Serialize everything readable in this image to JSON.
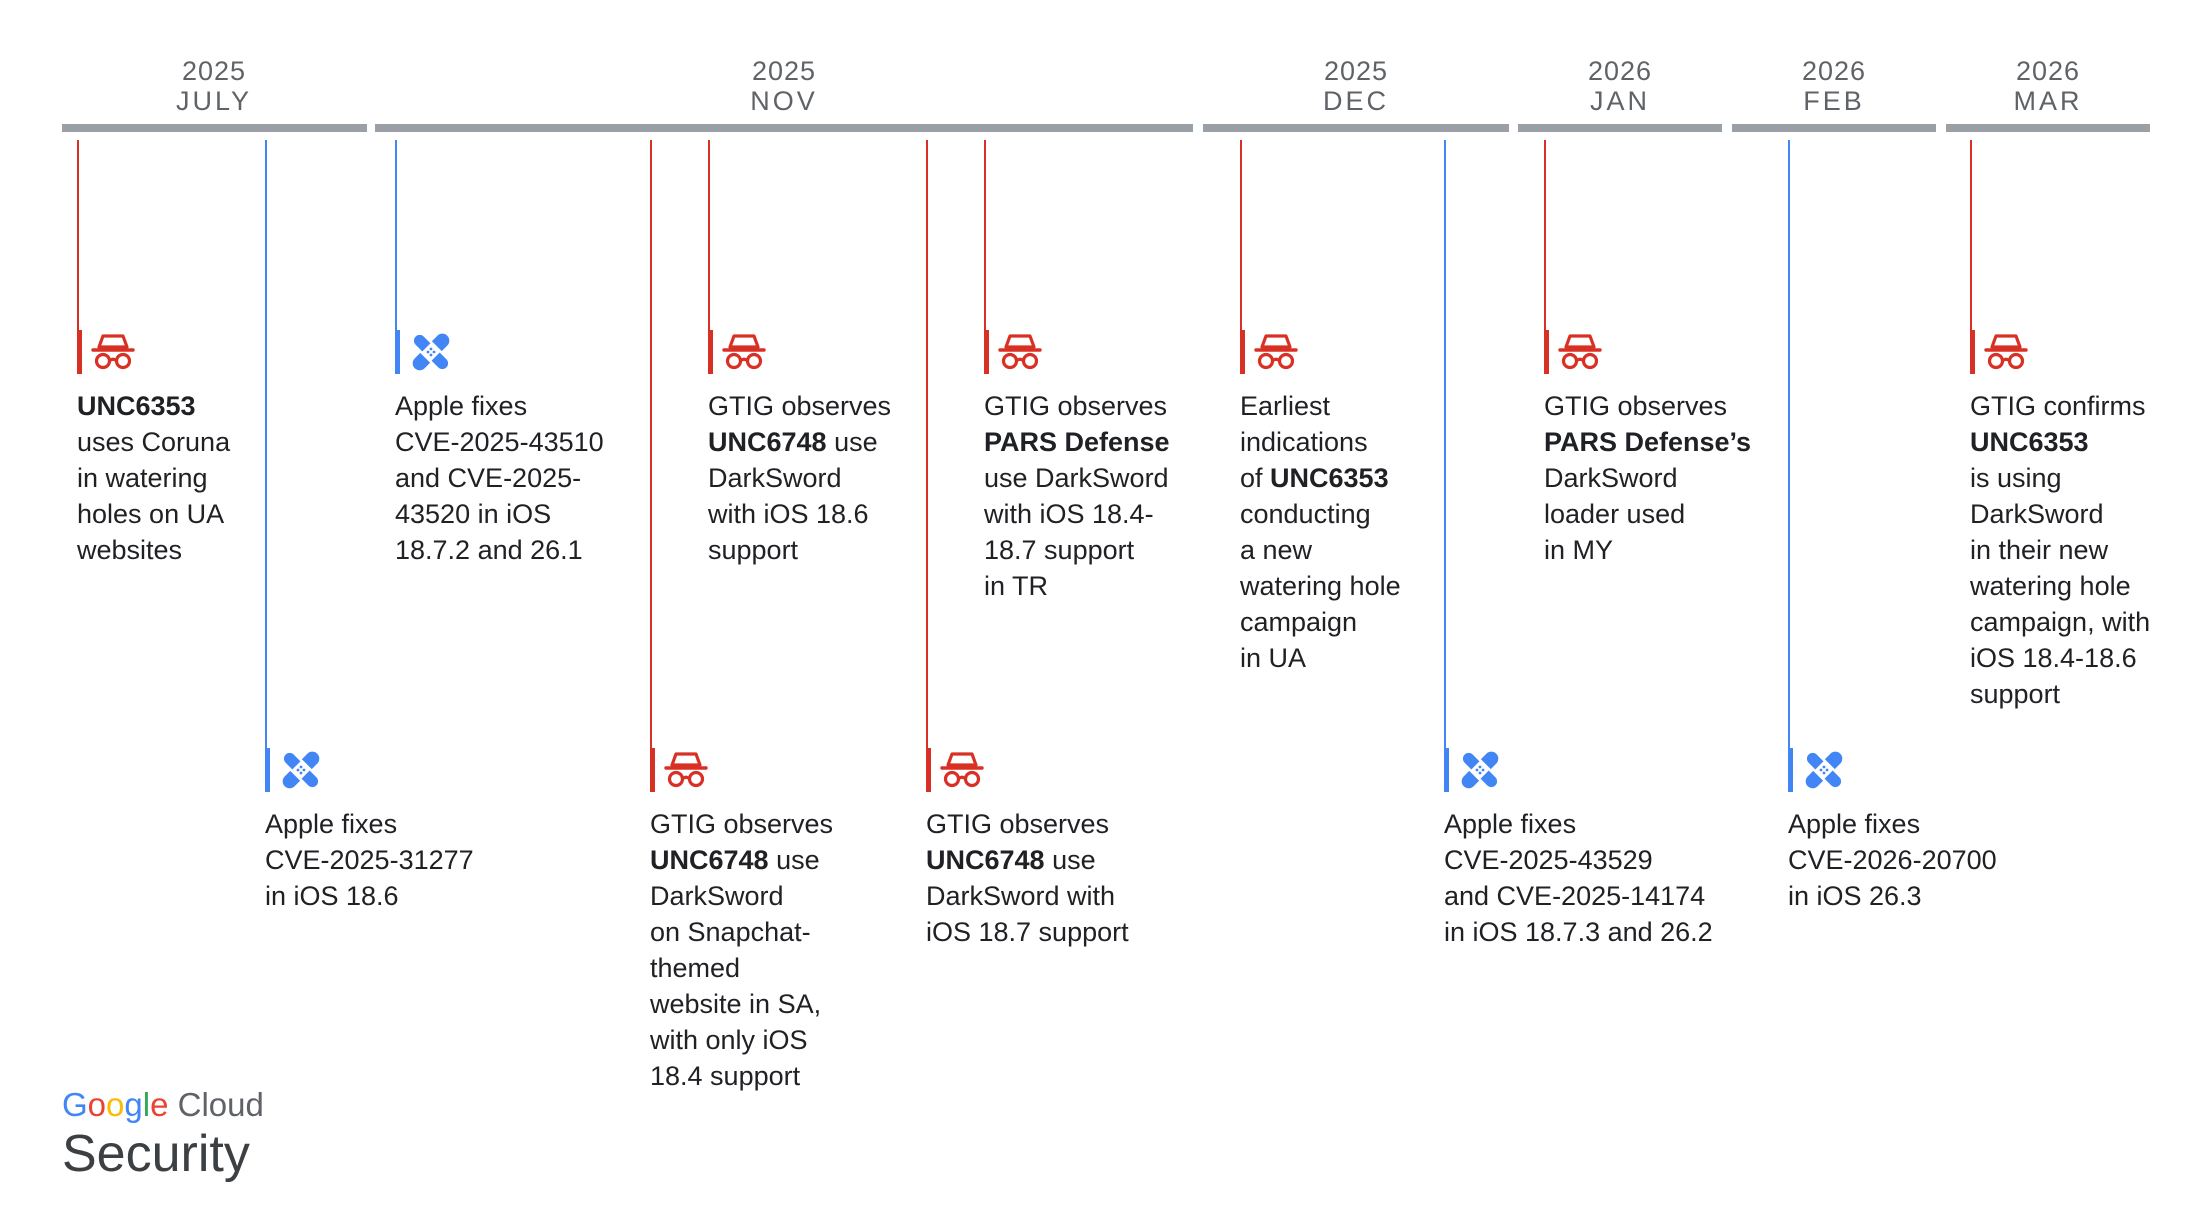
{
  "months": [
    {
      "year": "2025",
      "month": "JULY"
    },
    {
      "year": "2025",
      "month": "NOV"
    },
    {
      "year": "2025",
      "month": "DEC"
    },
    {
      "year": "2026",
      "month": "JAN"
    },
    {
      "year": "2026",
      "month": "FEB"
    },
    {
      "year": "2026",
      "month": "MAR"
    }
  ],
  "events": [
    {
      "kind": "threat",
      "color": "#d93025",
      "icon": "spy-icon",
      "runs": [
        [
          "UNC6353",
          true
        ],
        [
          "\nuses Coruna\nin watering\nholes on UA\nwebsites",
          false
        ]
      ]
    },
    {
      "kind": "patch",
      "color": "#4285f4",
      "icon": "bandage-icon",
      "runs": [
        [
          "Apple fixes\nCVE-2025-31277\nin iOS 18.6",
          false
        ]
      ]
    },
    {
      "kind": "patch",
      "color": "#4285f4",
      "icon": "bandage-icon",
      "runs": [
        [
          "Apple fixes\nCVE-2025-43510\nand CVE-2025-\n43520 in iOS\n18.7.2 and 26.1",
          false
        ]
      ]
    },
    {
      "kind": "threat",
      "color": "#d93025",
      "icon": "spy-icon",
      "runs": [
        [
          "GTIG observes\n",
          false
        ],
        [
          "UNC6748",
          true
        ],
        [
          " use\nDarkSword\non Snapchat-\nthemed\nwebsite in SA,\nwith only iOS\n18.4 support",
          false
        ]
      ]
    },
    {
      "kind": "threat",
      "color": "#d93025",
      "icon": "spy-icon",
      "runs": [
        [
          "GTIG observes\n",
          false
        ],
        [
          "UNC6748",
          true
        ],
        [
          " use\nDarkSword\nwith iOS 18.6\nsupport",
          false
        ]
      ]
    },
    {
      "kind": "threat",
      "color": "#d93025",
      "icon": "spy-icon",
      "runs": [
        [
          "GTIG observes\n",
          false
        ],
        [
          "UNC6748",
          true
        ],
        [
          " use\nDarkSword with\niOS 18.7 support",
          false
        ]
      ]
    },
    {
      "kind": "threat",
      "color": "#d93025",
      "icon": "spy-icon",
      "runs": [
        [
          "GTIG observes\n",
          false
        ],
        [
          "PARS Defense",
          true
        ],
        [
          "\nuse DarkSword\nwith iOS 18.4-\n18.7 support\nin TR",
          false
        ]
      ]
    },
    {
      "kind": "threat",
      "color": "#d93025",
      "icon": "spy-icon",
      "runs": [
        [
          "Earliest\nindications\nof ",
          false
        ],
        [
          "UNC6353",
          true
        ],
        [
          "\nconducting\na new\nwatering hole\ncampaign\nin UA",
          false
        ]
      ]
    },
    {
      "kind": "patch",
      "color": "#4285f4",
      "icon": "bandage-icon",
      "runs": [
        [
          "Apple fixes\nCVE-2025-43529\nand CVE-2025-14174\nin iOS 18.7.3 and 26.2",
          false
        ]
      ]
    },
    {
      "kind": "threat",
      "color": "#d93025",
      "icon": "spy-icon",
      "runs": [
        [
          "GTIG observes\n",
          false
        ],
        [
          "PARS Defense’s",
          true
        ],
        [
          "\nDarkSword\nloader used\nin MY",
          false
        ]
      ]
    },
    {
      "kind": "patch",
      "color": "#4285f4",
      "icon": "bandage-icon",
      "runs": [
        [
          "Apple fixes\nCVE-2026-20700\nin iOS 26.3",
          false
        ]
      ]
    },
    {
      "kind": "threat",
      "color": "#d93025",
      "icon": "spy-icon",
      "runs": [
        [
          "GTIG confirms\n",
          false
        ],
        [
          "UNC6353",
          true
        ],
        [
          "\nis using\nDarkSword\nin their new\nwatering hole\ncampaign, with\niOS 18.4-18.6\nsupport",
          false
        ]
      ]
    }
  ],
  "logo": {
    "google_letters": [
      {
        "ch": "G",
        "color": "#4285f4"
      },
      {
        "ch": "o",
        "color": "#ea4335"
      },
      {
        "ch": "o",
        "color": "#fbbc05"
      },
      {
        "ch": "g",
        "color": "#4285f4"
      },
      {
        "ch": "l",
        "color": "#34a853"
      },
      {
        "ch": "e",
        "color": "#ea4335"
      }
    ],
    "cloud": "Cloud",
    "security": "Security"
  },
  "colors": {
    "axis": "#9aa0a6",
    "month_text": "#5f6368",
    "threat": "#d93025",
    "patch": "#4285f4"
  }
}
